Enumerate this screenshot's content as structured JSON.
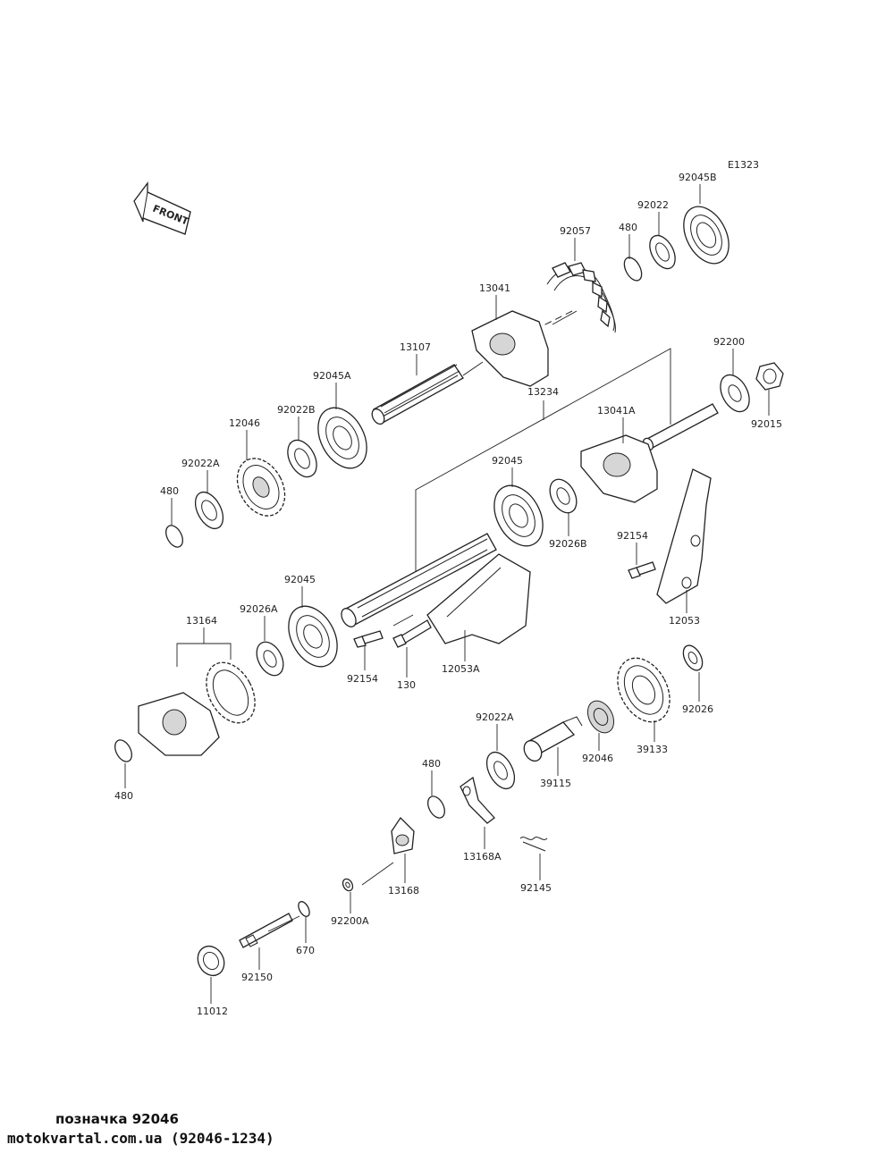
{
  "diagram": {
    "code": "E1323",
    "front_label": "FRONT",
    "parts": [
      {
        "id": "p92045B",
        "label": "92045B"
      },
      {
        "id": "p92022",
        "label": "92022"
      },
      {
        "id": "p480a",
        "label": "480"
      },
      {
        "id": "p92057",
        "label": "92057"
      },
      {
        "id": "p13041",
        "label": "13041"
      },
      {
        "id": "p13107",
        "label": "13107"
      },
      {
        "id": "p92045A",
        "label": "92045A"
      },
      {
        "id": "p92022B",
        "label": "92022B"
      },
      {
        "id": "p12046",
        "label": "12046"
      },
      {
        "id": "p92022A",
        "label": "92022A"
      },
      {
        "id": "p480b",
        "label": "480"
      },
      {
        "id": "p13234",
        "label": "13234"
      },
      {
        "id": "p92200",
        "label": "92200"
      },
      {
        "id": "p92015",
        "label": "92015"
      },
      {
        "id": "p13041A",
        "label": "13041A"
      },
      {
        "id": "p92045",
        "label": "92045"
      },
      {
        "id": "p92026B",
        "label": "92026B"
      },
      {
        "id": "p92154a",
        "label": "92154"
      },
      {
        "id": "p12053",
        "label": "12053"
      },
      {
        "id": "p92045b",
        "label": "92045"
      },
      {
        "id": "p92026A",
        "label": "92026A"
      },
      {
        "id": "p13164",
        "label": "13164"
      },
      {
        "id": "p92154b",
        "label": "92154"
      },
      {
        "id": "p130",
        "label": "130"
      },
      {
        "id": "p12053A",
        "label": "12053A"
      },
      {
        "id": "p92026",
        "label": "92026"
      },
      {
        "id": "p39133",
        "label": "39133"
      },
      {
        "id": "p92046",
        "label": "92046"
      },
      {
        "id": "p92022A2",
        "label": "92022A"
      },
      {
        "id": "p39115",
        "label": "39115"
      },
      {
        "id": "p480c",
        "label": "480"
      },
      {
        "id": "p480d",
        "label": "480"
      },
      {
        "id": "p13168A",
        "label": "13168A"
      },
      {
        "id": "p92145",
        "label": "92145"
      },
      {
        "id": "p13168",
        "label": "13168"
      },
      {
        "id": "p92200A",
        "label": "92200A"
      },
      {
        "id": "p670",
        "label": "670"
      },
      {
        "id": "p92150",
        "label": "92150"
      },
      {
        "id": "p11012",
        "label": "11012"
      }
    ]
  },
  "footer": {
    "caption": "позначка 92046",
    "site": "motokvartal.com.ua (92046-1234)"
  }
}
